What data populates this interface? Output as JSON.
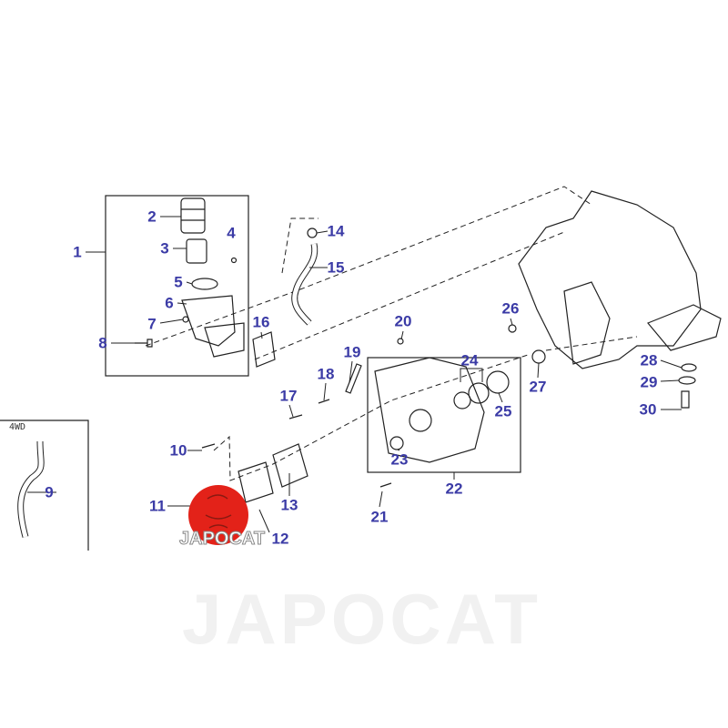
{
  "watermark": "JAPOCAT",
  "logo": {
    "text": "JAPOCAT",
    "color": "#e32219"
  },
  "label_color": "#3b3ba6",
  "variant_note": "4WD",
  "callouts": [
    "1",
    "2",
    "3",
    "4",
    "5",
    "6",
    "7",
    "8",
    "9",
    "10",
    "11",
    "12",
    "13",
    "14",
    "15",
    "16",
    "17",
    "18",
    "19",
    "20",
    "21",
    "22",
    "23",
    "24",
    "25",
    "26",
    "27",
    "28",
    "29",
    "30"
  ]
}
